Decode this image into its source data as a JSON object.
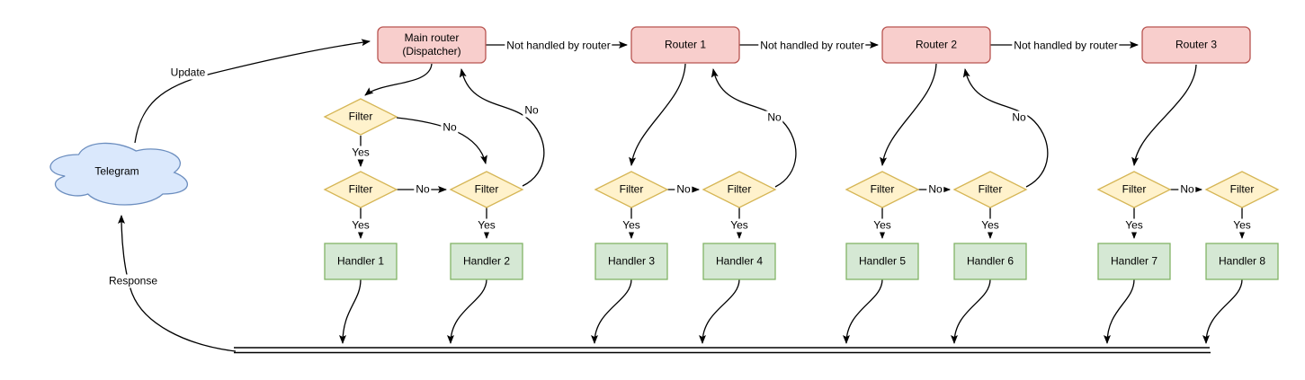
{
  "nodes": {
    "telegram": "Telegram",
    "dispatcher_line1": "Main router",
    "dispatcher_line2": "(Dispatcher)",
    "routers": [
      "Router 1",
      "Router 2",
      "Router 3"
    ],
    "filter": "Filter",
    "handlers": [
      "Handler 1",
      "Handler 2",
      "Handler 3",
      "Handler 4",
      "Handler 5",
      "Handler 6",
      "Handler 7",
      "Handler 8"
    ]
  },
  "edge_labels": {
    "update": "Update",
    "response": "Response",
    "not_handled": "Not handled by router",
    "yes": "Yes",
    "no": "No"
  },
  "colors": {
    "telegram-fill": "#dae8fc",
    "telegram-stroke": "#6c8ebf",
    "router-fill": "#f8cecc",
    "router-stroke": "#b85450",
    "filter-fill": "#fff2cc",
    "filter-stroke": "#d6b656",
    "handler-fill": "#d5e8d4",
    "handler-stroke": "#82b366",
    "edge": "#000000",
    "background": "#ffffff",
    "text": "#000000"
  }
}
